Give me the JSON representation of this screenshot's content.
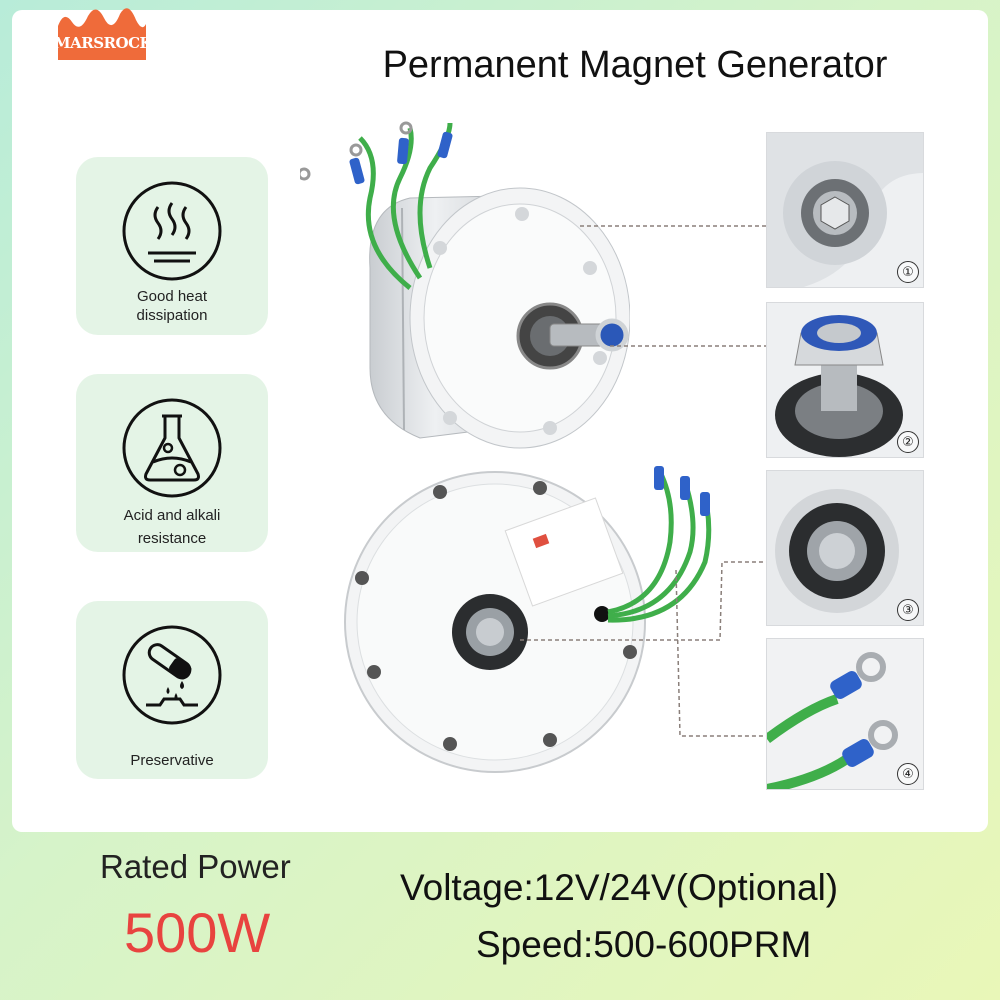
{
  "brand": "MARSROCK",
  "title": "Permanent Magnet Generator",
  "features": [
    {
      "label_line1": "Good heat",
      "label_line2": "dissipation",
      "icon": "heat-waves-icon"
    },
    {
      "label_line1": "Acid and alkali",
      "label_line2": "resistance",
      "icon": "flask-icon"
    },
    {
      "label_line1": "Preservative",
      "label_line2": "",
      "icon": "test-tube-drip-icon"
    }
  ],
  "details": [
    {
      "number": "①",
      "subject": "housing-bolt"
    },
    {
      "number": "②",
      "subject": "shaft-nut"
    },
    {
      "number": "③",
      "subject": "rear-bearing"
    },
    {
      "number": "④",
      "subject": "wire-terminals"
    }
  ],
  "specs": {
    "rated_power_label": "Rated Power",
    "rated_power_value": "500W",
    "voltage": "Voltage:12V/24V(Optional)",
    "speed": "Speed:500-600PRM"
  },
  "colors": {
    "accent_red": "#e8433f",
    "logo_orange": "#ef6b3a",
    "feature_bg": "#e4f4e6",
    "wire_green": "#3fae4a",
    "terminal_blue": "#2f62c9"
  }
}
